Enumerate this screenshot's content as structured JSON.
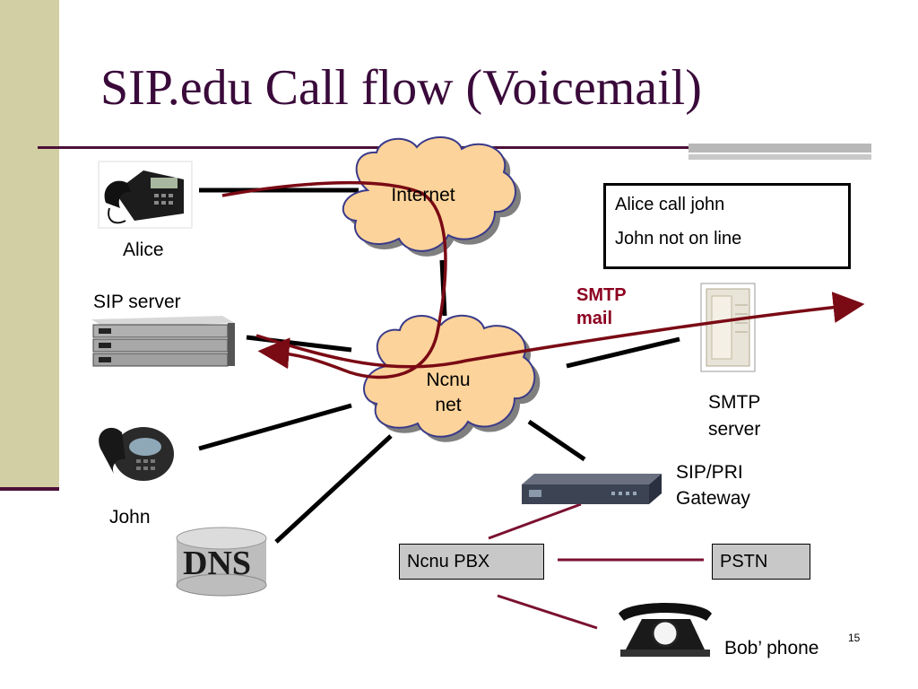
{
  "slide": {
    "title": "SIP.edu Call flow (Voicemail)",
    "page_number": "15"
  },
  "clouds": {
    "internet": "Internet",
    "ncnu_net_line1": "Ncnu",
    "ncnu_net_line2": "net"
  },
  "labels": {
    "alice": "Alice",
    "sip_server": "SIP server",
    "john": "John",
    "dns": "DNS",
    "smtp_mail_line1": "SMTP",
    "smtp_mail_line2": "mail",
    "smtp_server_line1": "SMTP",
    "smtp_server_line2": "server",
    "gateway_line1": "SIP/PRI",
    "gateway_line2": "Gateway",
    "bob_phone": "Bob’ phone"
  },
  "note": {
    "line1": "Alice call john",
    "line2": "John not on line"
  },
  "boxes": {
    "ncnu_pbx": "Ncnu PBX",
    "pstn": "PSTN"
  },
  "colors": {
    "accent": "#4b1038",
    "flow_arrow": "#7a0a14",
    "side_band": "#d3cfa4",
    "cloud_fill": "#fcd39a"
  }
}
